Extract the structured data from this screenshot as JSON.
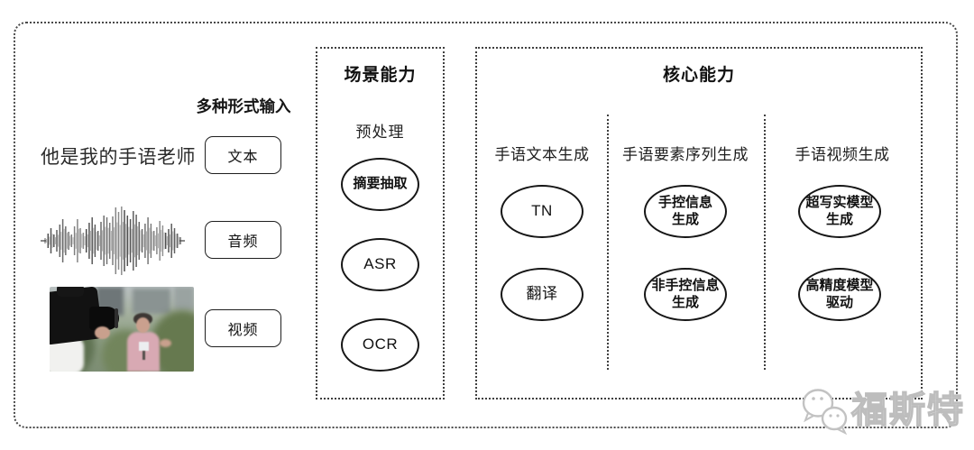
{
  "colors": {
    "frame": "#3f3f3f",
    "node_border": "#161616",
    "text": "#1c1c1c",
    "watermark_gray": "#bdbdbd"
  },
  "input": {
    "title": "多种形式输入",
    "text_example": "他是我的手语老师",
    "boxes": [
      {
        "label": "文本"
      },
      {
        "label": "音频"
      },
      {
        "label": "视频"
      }
    ]
  },
  "scene": {
    "title": "场景能力",
    "subtitle": "预处理",
    "nodes": [
      "摘要抽取",
      "ASR",
      "OCR"
    ]
  },
  "core": {
    "title": "核心能力",
    "columns": [
      {
        "header": "手语文本生成",
        "nodes": [
          {
            "line1": "TN",
            "line2": ""
          },
          {
            "line1": "翻译",
            "line2": ""
          }
        ]
      },
      {
        "header": "手语要素序列生成",
        "nodes": [
          {
            "line1": "手控信息",
            "line2": "生成"
          },
          {
            "line1": "非手控信息",
            "line2": "生成"
          }
        ]
      },
      {
        "header": "手语视频生成",
        "nodes": [
          {
            "line1": "超写实模型",
            "line2": "生成"
          },
          {
            "line1": "高精度模型",
            "line2": "驱动"
          }
        ]
      }
    ]
  },
  "watermark": {
    "text": "福斯特",
    "icon": "chat-bubbles-icon"
  }
}
